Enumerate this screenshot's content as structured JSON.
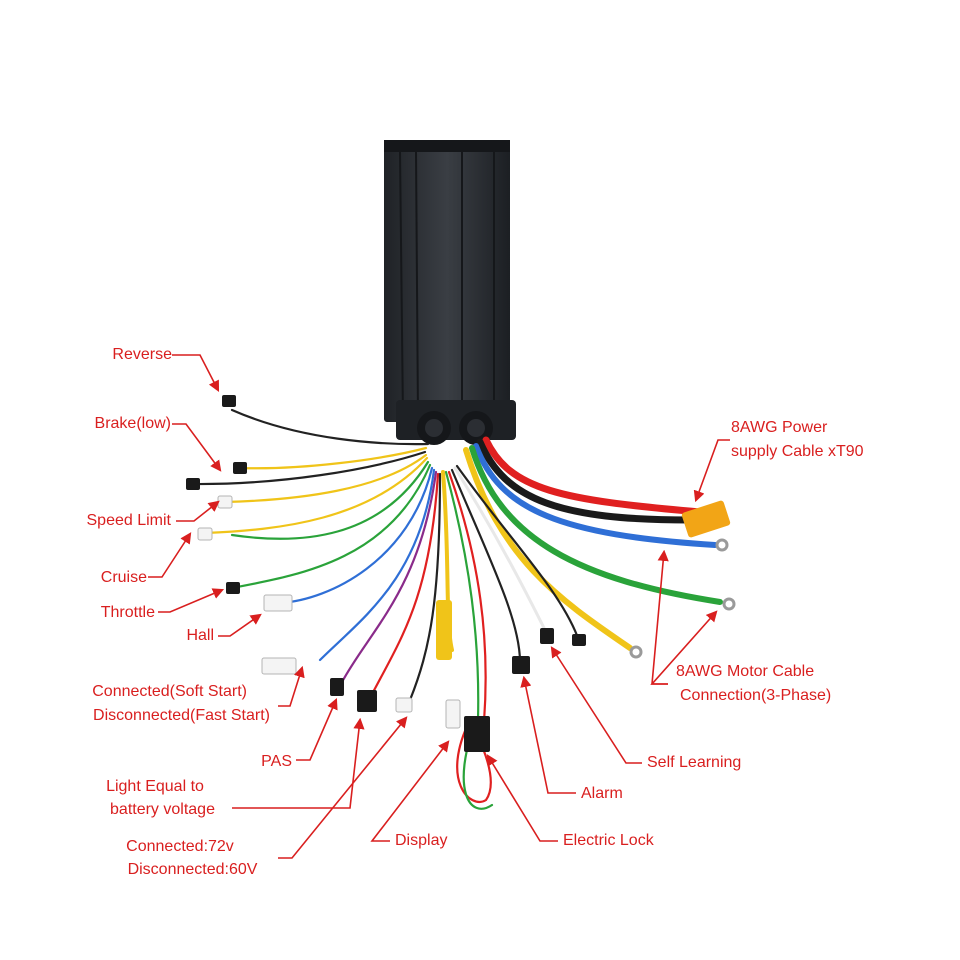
{
  "colors": {
    "label": "#d91f1f",
    "arrow": "#d91f1f",
    "housing": "#2b2e33",
    "wire_red": "#e02020",
    "wire_black": "#1a1a1a",
    "wire_blue": "#2f6fd6",
    "wire_green": "#2aa33a",
    "wire_yellow": "#f0c419",
    "xt90": "#f2a516"
  },
  "labels": {
    "reverse": "Reverse",
    "brake": "Brake(low)",
    "speed_limit": "Speed Limit",
    "cruise": "Cruise",
    "throttle": "Throttle",
    "hall": "Hall",
    "soft_start_1": "Connected(Soft Start)",
    "soft_start_2": "Disconnected(Fast Start)",
    "pas": "PAS",
    "light_1": "Light Equal to",
    "light_2": "battery voltage",
    "voltage_1": "Connected:72v",
    "voltage_2": "Disconnected:60V",
    "display": "Display",
    "electric_lock": "Electric Lock",
    "alarm": "Alarm",
    "self_learning": "Self Learning",
    "motor_1": "8AWG Motor Cable",
    "motor_2": "Connection(3-Phase)",
    "power_1": "8AWG Power",
    "power_2": "supply Cable xT90"
  }
}
